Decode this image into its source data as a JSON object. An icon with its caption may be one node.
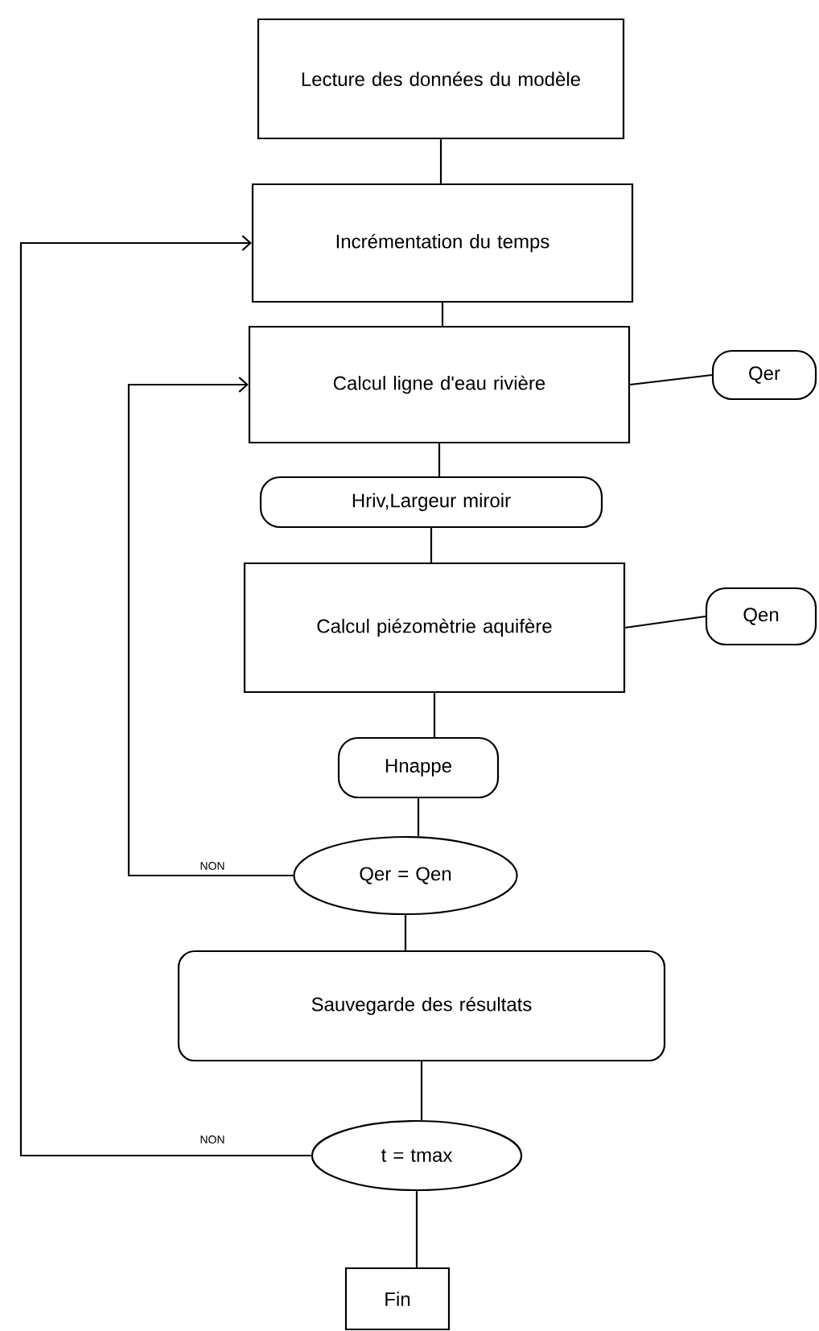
{
  "diagram": {
    "nodes": [
      {
        "text": [
          "Lecture des données du modèle"
        ]
      },
      {
        "text": [
          "Incrémentation du temps"
        ]
      },
      {
        "text": [
          "Calcul ligne d'eau rivière"
        ]
      },
      {
        "text": [
          "Qer"
        ]
      },
      {
        "text": [
          "Hriv,Largeur miroir"
        ]
      },
      {
        "text": [
          "Calcul piézomètrie aquifère"
        ]
      },
      {
        "text": [
          "Qen"
        ]
      },
      {
        "text": [
          "Hnappe"
        ]
      },
      {
        "text": [
          "Qer = Qen"
        ]
      },
      {
        "text": [
          "Sauvegarde des résultats"
        ]
      },
      {
        "text": [
          "t = tmax"
        ]
      },
      {
        "text": [
          "Fin"
        ]
      }
    ],
    "edges": [
      {
        "from": 0,
        "to": 1,
        "arrow": "none"
      },
      {
        "from": 1,
        "to": 2,
        "arrow": "none"
      },
      {
        "from": 2,
        "to": 3,
        "arrow": "none"
      },
      {
        "from": 2,
        "to": 4,
        "arrow": "none"
      },
      {
        "from": 4,
        "to": 5,
        "arrow": "none"
      },
      {
        "from": 5,
        "to": 6,
        "arrow": "none"
      },
      {
        "from": 5,
        "to": 7,
        "arrow": "none"
      },
      {
        "from": 7,
        "to": 8,
        "arrow": "none"
      },
      {
        "from": 8,
        "to": 9,
        "arrow": "none"
      },
      {
        "from": 9,
        "to": 10,
        "arrow": "none"
      },
      {
        "from": 10,
        "to": 11,
        "arrow": "none"
      },
      {
        "from": 8,
        "to": 2,
        "arrow": "to",
        "label": "NON"
      },
      {
        "from": 10,
        "to": 1,
        "arrow": "to",
        "label": "NON"
      }
    ]
  }
}
